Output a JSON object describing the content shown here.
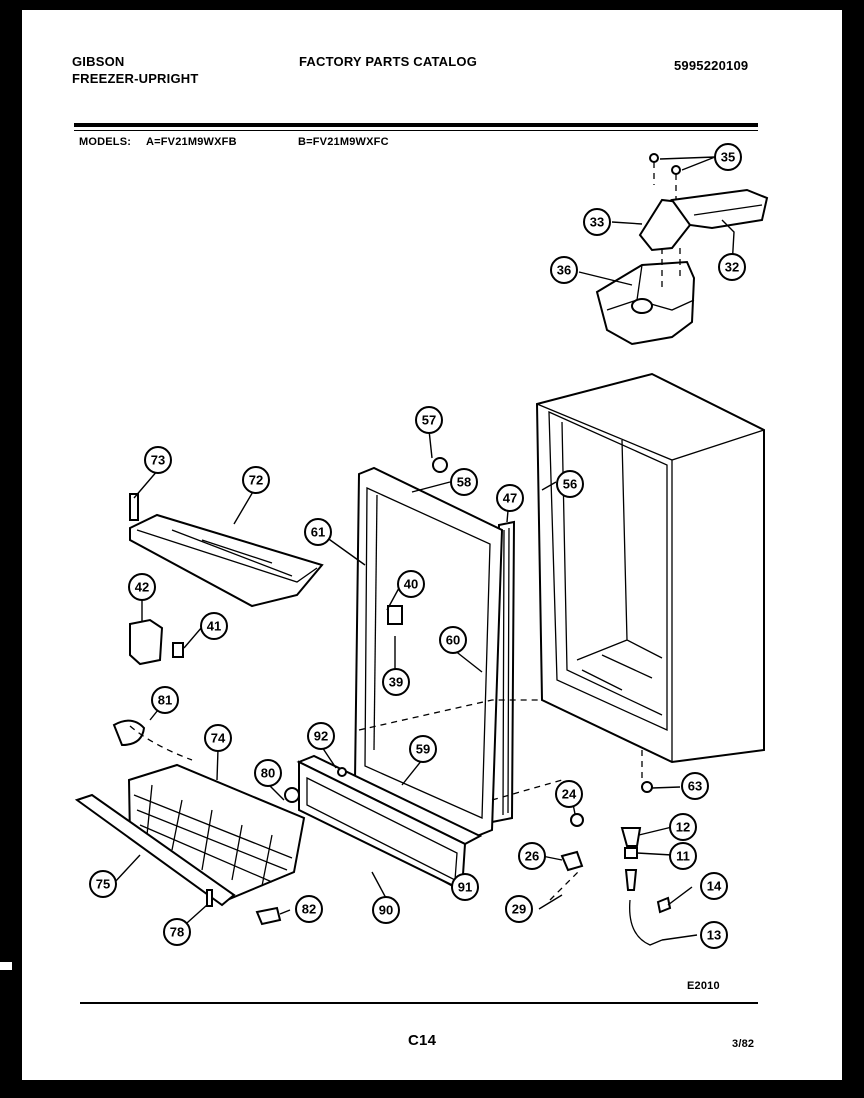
{
  "header": {
    "brand": "GIBSON",
    "product_type": "FREEZER-UPRIGHT",
    "catalog_title": "FACTORY PARTS CATALOG",
    "catalog_number": "5995220109",
    "models_label": "MODELS:",
    "model_a": "A=FV21M9WXFB",
    "model_b": "B=FV21M9WXFC"
  },
  "diagram": {
    "figure_code": "E2010",
    "callouts": [
      "35",
      "33",
      "32",
      "36",
      "57",
      "58",
      "47",
      "56",
      "73",
      "72",
      "61",
      "40",
      "42",
      "41",
      "60",
      "39",
      "81",
      "74",
      "92",
      "59",
      "80",
      "24",
      "63",
      "12",
      "26",
      "11",
      "75",
      "91",
      "14",
      "29",
      "90",
      "82",
      "78",
      "13"
    ]
  },
  "footer": {
    "page_code": "C14",
    "date": "3/82"
  }
}
